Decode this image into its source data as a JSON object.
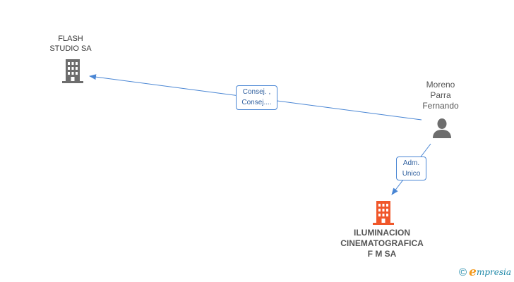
{
  "nodes": {
    "flash_studio": {
      "label_lines": [
        "FLASH",
        "STUDIO SA"
      ],
      "icon": "building-icon",
      "color": "#6d6d6d"
    },
    "moreno": {
      "label_lines": [
        "Moreno",
        "Parra",
        "Fernando"
      ],
      "icon": "person-icon",
      "color": "#6d6d6d"
    },
    "iluminacion": {
      "label_lines": [
        "ILUMINACION",
        "CINEMATOGRAFICA",
        "F M SA"
      ],
      "icon": "building-icon",
      "color": "#f0572a"
    }
  },
  "relations": {
    "moreno_to_flash": {
      "label_lines": [
        "Consej. ,",
        "Consej...."
      ],
      "color": "#4a86d4"
    },
    "moreno_to_iluminacion": {
      "label_lines": [
        "Adm.",
        "Unico"
      ],
      "color": "#4a86d4"
    }
  },
  "brand": {
    "copyright": "©",
    "e_letter": "e",
    "wordmark": "mpresia"
  }
}
